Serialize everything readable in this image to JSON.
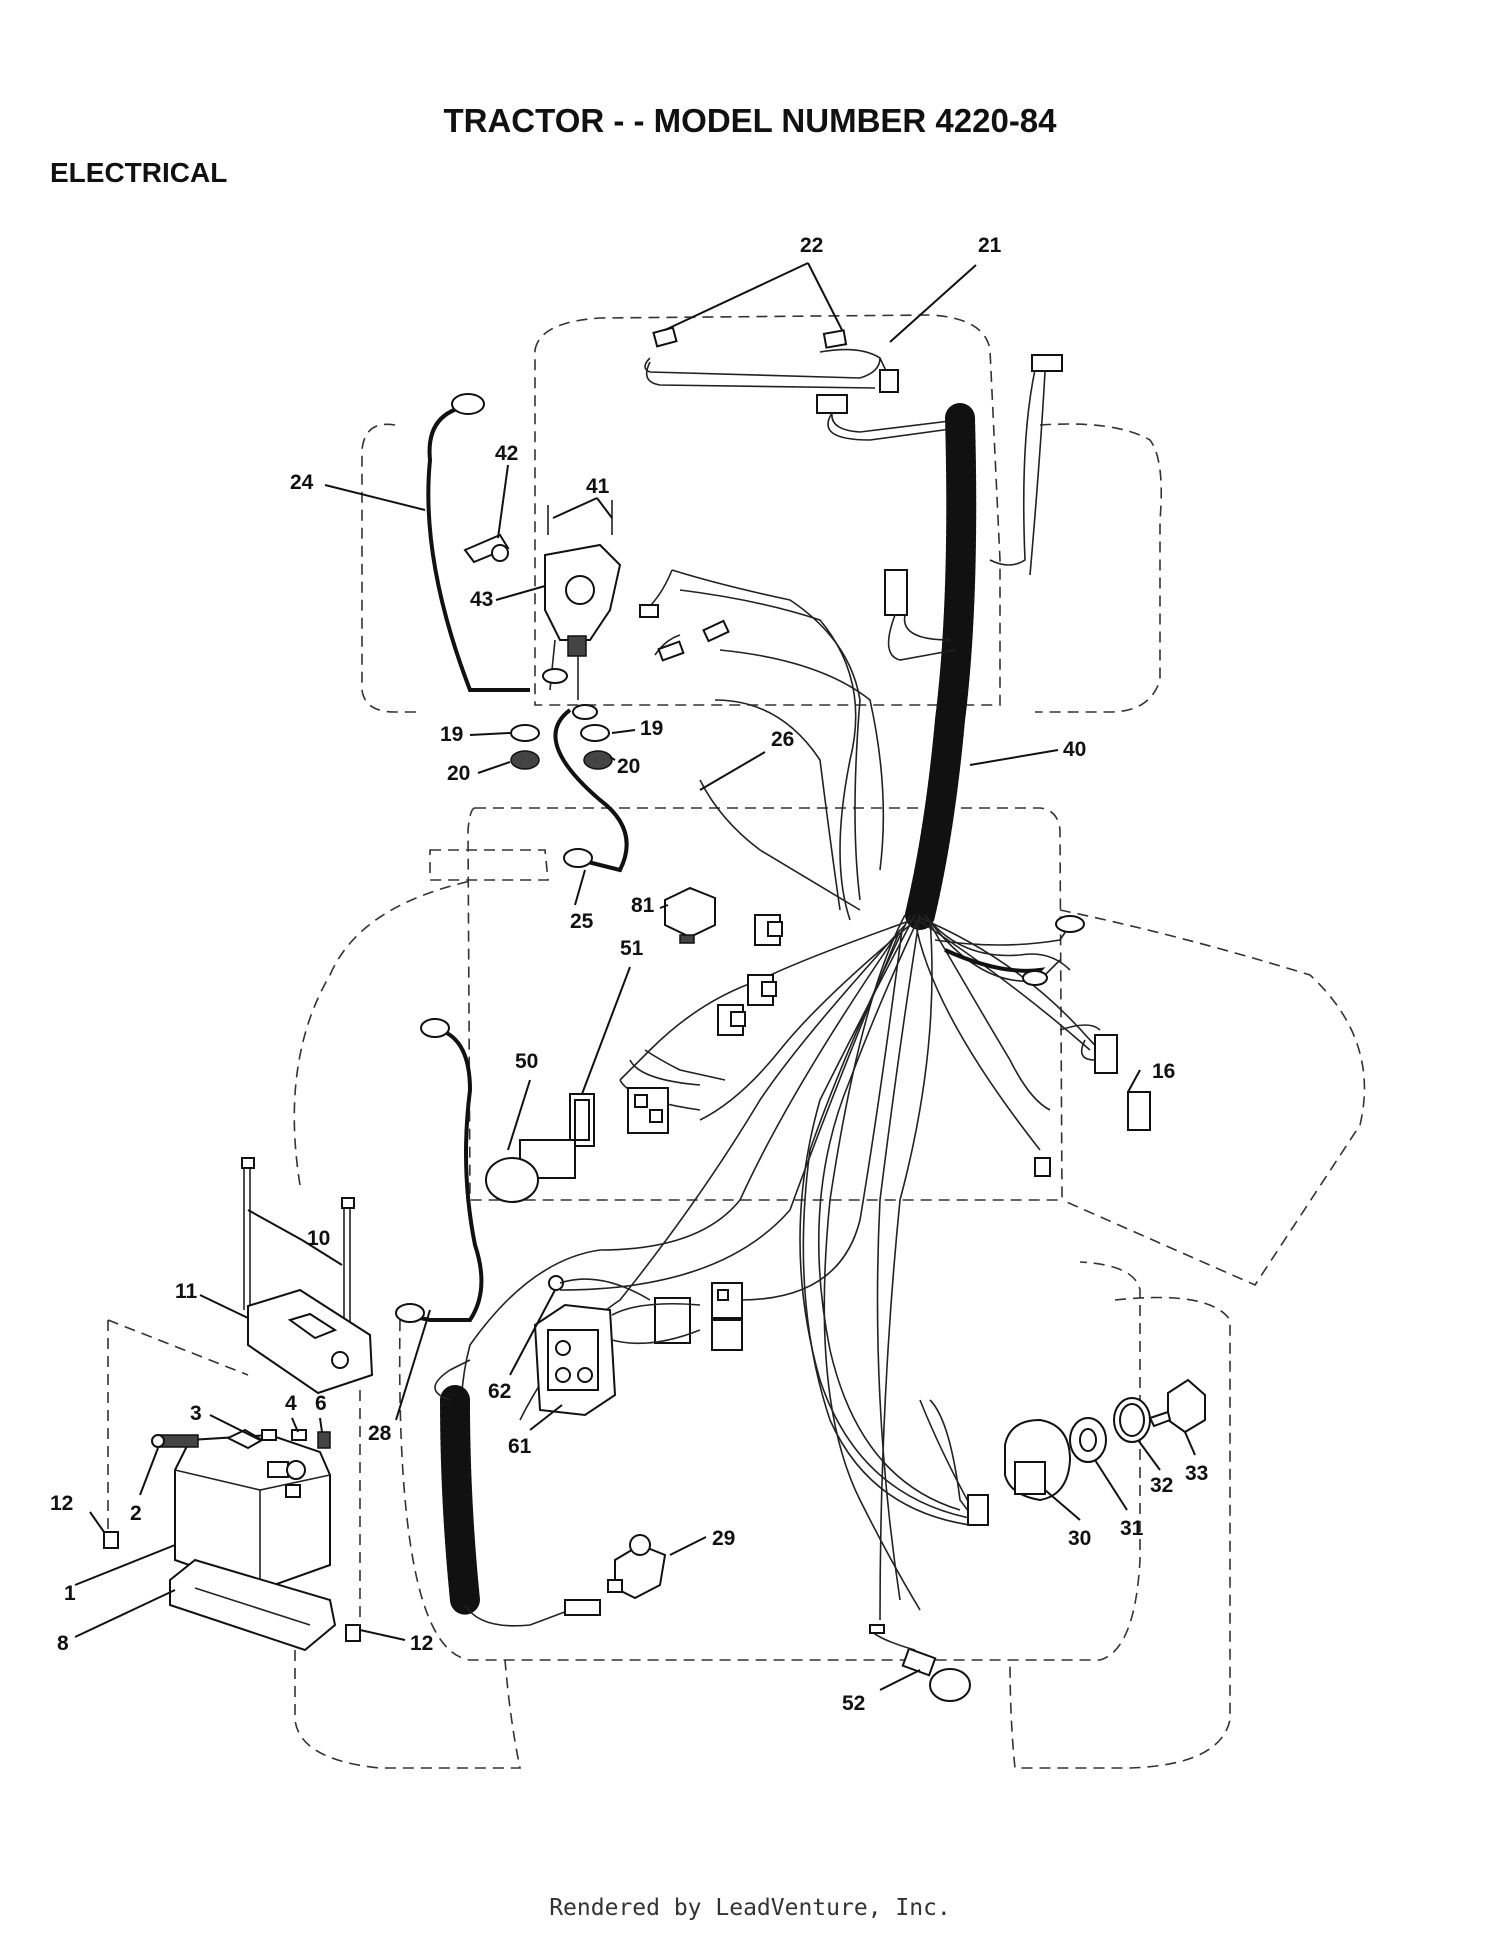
{
  "header": {
    "title": "TRACTOR - - MODEL NUMBER 4220-84",
    "section": "ELECTRICAL"
  },
  "footer": {
    "credit": "Rendered by LeadVenture, Inc."
  },
  "callouts": {
    "c1": "1",
    "c2": "2",
    "c3": "3",
    "c4": "4",
    "c6": "6",
    "c8": "8",
    "c10": "10",
    "c11": "11",
    "c12a": "12",
    "c12b": "12",
    "c16": "16",
    "c19a": "19",
    "c19b": "19",
    "c20a": "20",
    "c20b": "20",
    "c21": "21",
    "c22": "22",
    "c24": "24",
    "c25": "25",
    "c26": "26",
    "c28": "28",
    "c29": "29",
    "c30": "30",
    "c31": "31",
    "c32": "32",
    "c33": "33",
    "c40": "40",
    "c41": "41",
    "c42": "42",
    "c43": "43",
    "c50": "50",
    "c51": "51",
    "c52": "52",
    "c61": "61",
    "c62": "62",
    "c81": "81"
  }
}
